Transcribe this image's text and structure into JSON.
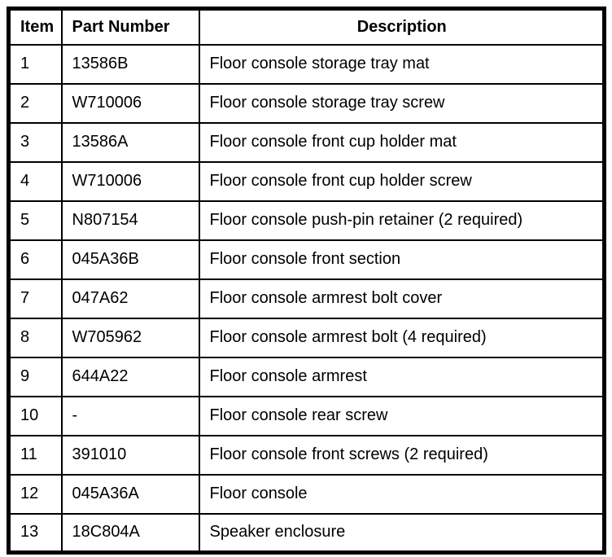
{
  "table": {
    "headers": {
      "item": "Item",
      "part_number": "Part Number",
      "description": "Description"
    },
    "rows": [
      {
        "item": "1",
        "part_number": "13586B",
        "description": "Floor console storage tray mat"
      },
      {
        "item": "2",
        "part_number": "W710006",
        "description": "Floor console storage tray screw"
      },
      {
        "item": "3",
        "part_number": "13586A",
        "description": "Floor console front cup holder mat"
      },
      {
        "item": "4",
        "part_number": "W710006",
        "description": "Floor console front cup holder screw"
      },
      {
        "item": "5",
        "part_number": "N807154",
        "description": "Floor console push-pin retainer (2 required)"
      },
      {
        "item": "6",
        "part_number": "045A36B",
        "description": "Floor console front section"
      },
      {
        "item": "7",
        "part_number": "047A62",
        "description": "Floor console armrest bolt cover"
      },
      {
        "item": "8",
        "part_number": "W705962",
        "description": "Floor console armrest bolt (4 required)"
      },
      {
        "item": "9",
        "part_number": "644A22",
        "description": "Floor console armrest"
      },
      {
        "item": "10",
        "part_number": "-",
        "description": "Floor console rear screw"
      },
      {
        "item": "11",
        "part_number": "391010",
        "description": "Floor console front screws (2 required)"
      },
      {
        "item": "12",
        "part_number": "045A36A",
        "description": "Floor console"
      },
      {
        "item": "13",
        "part_number": "18C804A",
        "description": "Speaker enclosure"
      }
    ],
    "colors": {
      "border": "#000000",
      "text": "#000000",
      "background": "#ffffff"
    }
  }
}
